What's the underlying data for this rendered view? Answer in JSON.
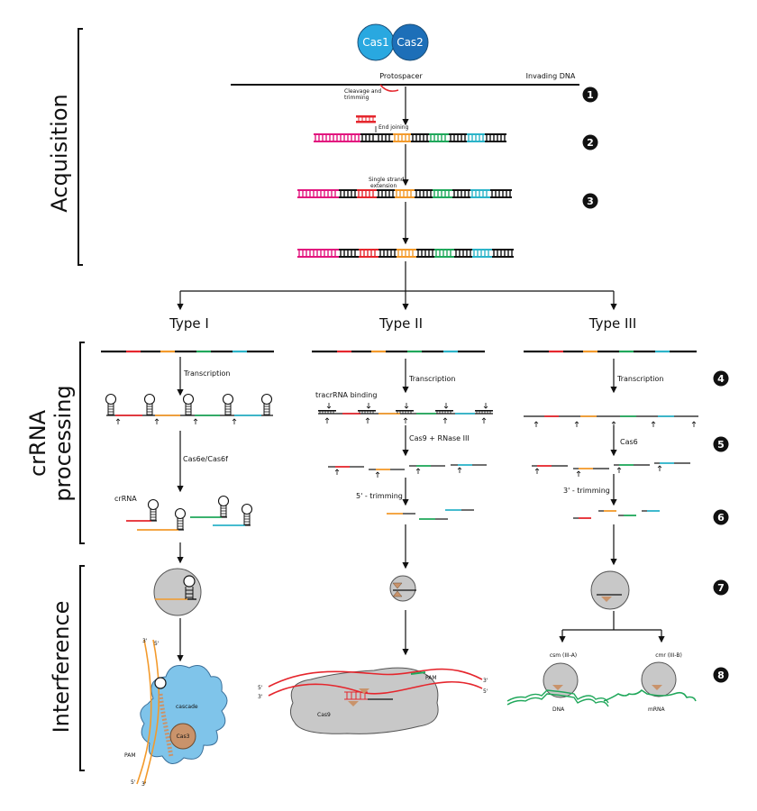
{
  "cas": {
    "cas1": "Cas1",
    "cas2": "Cas2"
  },
  "acquisition": {
    "protospacer": "Protospacer",
    "invading_dna": "Invading DNA",
    "cleavage": [
      "Cleavage and",
      "trimming"
    ],
    "end_joining": "End joining",
    "single_strand": [
      "Single strand",
      "extension"
    ]
  },
  "sections": {
    "acquisition": "Acquisition",
    "crrna": [
      "crRNA",
      "processing"
    ],
    "interference": "Interference"
  },
  "types": {
    "type1": "Type I",
    "type2": "Type II",
    "type3": "Type III"
  },
  "labels": {
    "transcription": "Transcription",
    "tracrrna_binding": "tracrRNA binding",
    "cas6e_cas6f": "Cas6e/Cas6f",
    "cas9_rnase": "Cas9 + RNase III",
    "cas6": "Cas6",
    "crrna": "crRNA",
    "trim5": "5' - trimming",
    "trim3": "3' - trimming",
    "cascade": "cascade",
    "cas3": "Cas3",
    "pam": "PAM",
    "cas9": "Cas9",
    "csm": "csm (III-A)",
    "cmr": "cmr (III-B)",
    "dna": "DNA",
    "mrna": "mRNA",
    "p3": "3'",
    "p5": "5'"
  },
  "steps": [
    "1",
    "2",
    "3",
    "4",
    "5",
    "6",
    "7",
    "8"
  ],
  "colors": {
    "cas1": "#29a8e0",
    "cas2": "#1d6fb8",
    "red": "#e5262d",
    "orange": "#f39a2b",
    "green": "#1fa75a",
    "cyan": "#2bb3c8",
    "magenta": "#e2157e",
    "tan": "#c9936b",
    "gray": "#c8c8c8",
    "blue": "#7fc4ea"
  }
}
